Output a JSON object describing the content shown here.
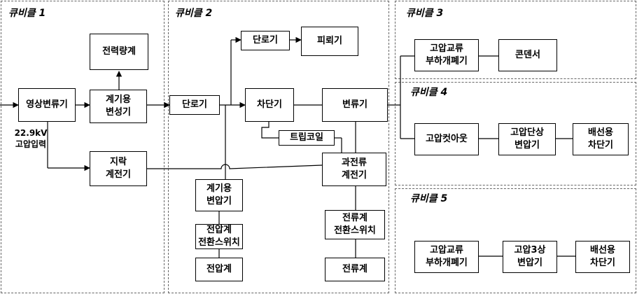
{
  "cubicles": {
    "c1": "큐비클 1",
    "c2": "큐비클 2",
    "c3": "큐비클 3",
    "c4": "큐비클 4",
    "c5": "큐비클 5"
  },
  "nodes": {
    "zero_ct": "영상변류기",
    "power_meter": "전력량계",
    "pt_meter": "계기용\n변성기",
    "ground_relay": "지락\n계전기",
    "input_label": "22.9kV\n고압입력",
    "ds_main": "단로기",
    "ds_top": "단로기",
    "arrester": "피뢰기",
    "breaker": "차단기",
    "ct": "변류기",
    "trip_coil": "트립코일",
    "ocr": "과전류\n계전기",
    "pt": "계기용\n변압기",
    "vs": "전압계\n전환스위치",
    "voltmeter": "전압계",
    "as": "전류계\n전환스위치",
    "ammeter": "전류계",
    "lbs3": "고압교류\n부하개폐기",
    "capacitor": "콘덴서",
    "cutout": "고압컷아웃",
    "tr1": "고압단상\n변압기",
    "mccb4": "배선용\n차단기",
    "lbs5": "고압교류\n부하개폐기",
    "tr3": "고압3상\n변압기",
    "mccb5": "배선용\n차단기"
  }
}
